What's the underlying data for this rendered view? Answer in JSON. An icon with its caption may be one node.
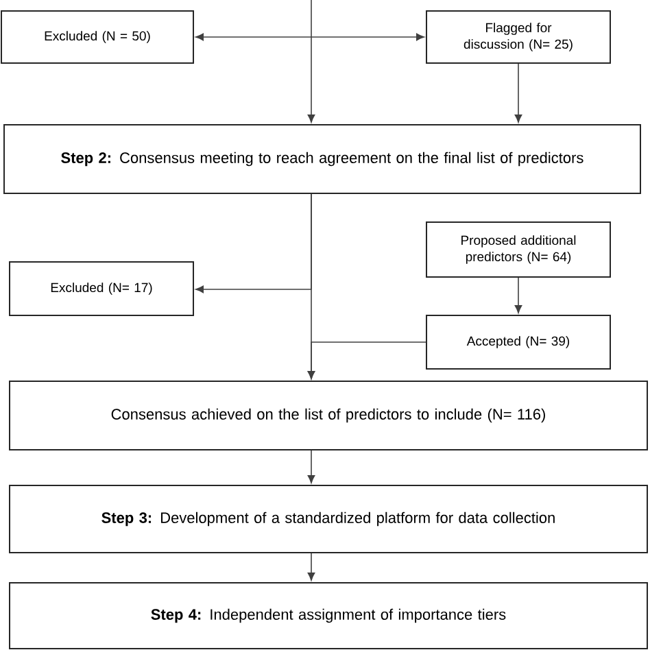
{
  "diagram": {
    "nodes": [
      {
        "text": [
          "Excluded (N = 50)"
        ]
      },
      {
        "text": [
          "Flagged for discussion (N= 25)"
        ]
      },
      {
        "text": [
          "**Step 2:** Consensus meeting to reach agreement on the final list of predictors"
        ]
      },
      {
        "text": [
          "Proposed additional predictors (N= 64)"
        ]
      },
      {
        "text": [
          "Excluded (N= 17)"
        ]
      },
      {
        "text": [
          "Accepted (N= 39)"
        ]
      },
      {
        "text": [
          "Consensus achieved on the list of predictors to include (N= 116)"
        ]
      },
      {
        "text": [
          "**Step 3:** Development of a standardized platform for data collection"
        ]
      },
      {
        "text": [
          "**Step 4:** Independent assignment of importance tiers"
        ]
      }
    ],
    "edges": [
      {
        "from": null,
        "to": 0,
        "arrow": "to"
      },
      {
        "from": null,
        "to": 1,
        "arrow": "to"
      },
      {
        "from": null,
        "to": 2,
        "arrow": "to"
      },
      {
        "from": 1,
        "to": 2,
        "arrow": "to"
      },
      {
        "from": 2,
        "to": 4,
        "arrow": "to"
      },
      {
        "from": 2,
        "to": 6,
        "arrow": "to"
      },
      {
        "from": 3,
        "to": 5,
        "arrow": "to"
      },
      {
        "from": 5,
        "to": 6,
        "arrow": "to"
      },
      {
        "from": 6,
        "to": 7,
        "arrow": "to"
      },
      {
        "from": 7,
        "to": 8,
        "arrow": "to"
      }
    ]
  }
}
